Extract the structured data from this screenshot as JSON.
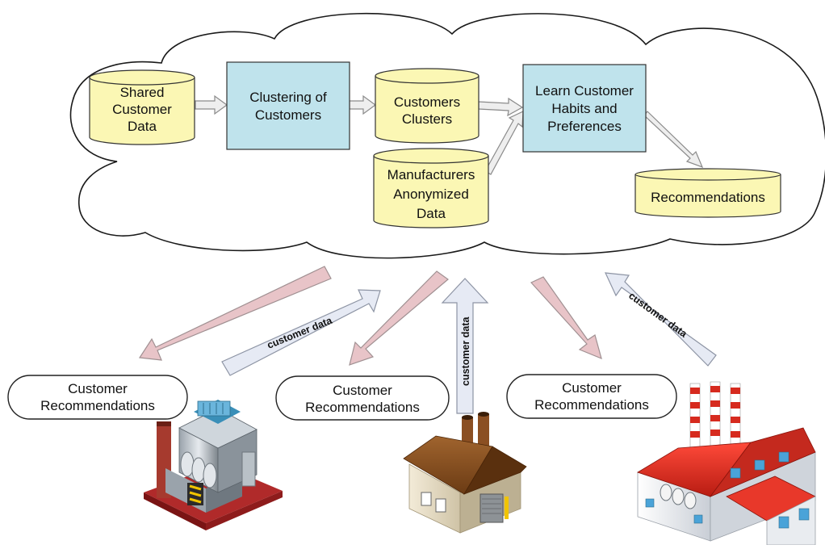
{
  "nodes": {
    "shared_data": [
      "Shared",
      "Customer",
      "Data"
    ],
    "clustering": [
      "Clustering of",
      "Customers"
    ],
    "clusters": [
      "Customers",
      "Clusters"
    ],
    "manufacturers_data": [
      "Manufacturers",
      "Anonymized",
      "Data"
    ],
    "learn": [
      "Learn Customer",
      "Habits and",
      "Preferences"
    ],
    "recommendations": "Recommendations"
  },
  "bubbles": [
    [
      "Customer",
      "Recommendations"
    ],
    [
      "Customer",
      "Recommendations"
    ],
    [
      "Customer",
      "Recommendations"
    ]
  ],
  "arrow_label": "customer data",
  "colors": {
    "cylinder_fill": "#fbf7b4",
    "process_fill": "#bfe3ec",
    "down_arrow_fill": "#e8c4c8",
    "up_arrow_fill": "#e6eaf4"
  },
  "icons": [
    "factory-blue-icon",
    "house-factory-icon",
    "factory-red-roof-icon"
  ]
}
